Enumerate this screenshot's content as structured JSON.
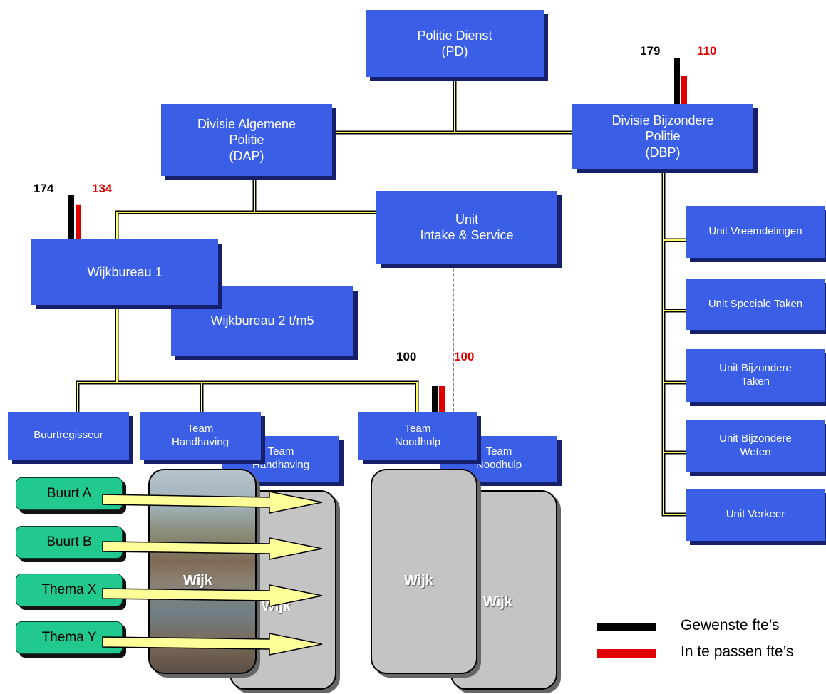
{
  "org": {
    "politie_dienst": "Politie Dienst\n(PD)",
    "dap": "Divisie Algemene\nPolitie\n(DAP)",
    "dbp": "Divisie Bijzondere\nPolitie\n(DBP)",
    "unit_intake": "Unit\nIntake & Service",
    "wijkbureau_1": "Wijkbureau 1",
    "wijkbureau_2": "Wijkbureau 2 t/m5",
    "buurtregisseur": "Buurtregisseur",
    "team_handhaving": "Team\nHandhaving",
    "team_noodhulp": "Team\nNoodhulp",
    "dbp_units": [
      "Unit Vreemdelingen",
      "Unit Speciale Taken",
      "Unit Bijzondere\nTaken",
      "Unit Bijzondere\nWeten",
      "Unit Verkeer"
    ]
  },
  "fte": {
    "dbp": {
      "gewenst": 179,
      "in_te_passen": 110,
      "gewenst_label": "179",
      "in_te_passen_label": "110"
    },
    "wijkbureau": {
      "gewenst": 174,
      "in_te_passen": 134,
      "gewenst_label": "174",
      "in_te_passen_label": "134"
    },
    "noodhulp": {
      "gewenst": 100,
      "in_te_passen": 100,
      "gewenst_label": "100",
      "in_te_passen_label": "100"
    }
  },
  "inputs": [
    "Buurt A",
    "Buurt B",
    "Thema X",
    "Thema Y"
  ],
  "wijk_label": "Wijk",
  "legend": {
    "gewenst": "Gewenste fte’s",
    "in_te_passen": "In te passen fte’s"
  },
  "colors": {
    "box": "#3a5fe6",
    "box_shadow": "#16206a",
    "connector": "#ffff66",
    "green": "#21c98f",
    "gewenst": "#000000",
    "in_te_passen": "#e00000",
    "arrow": "#ffff99"
  }
}
